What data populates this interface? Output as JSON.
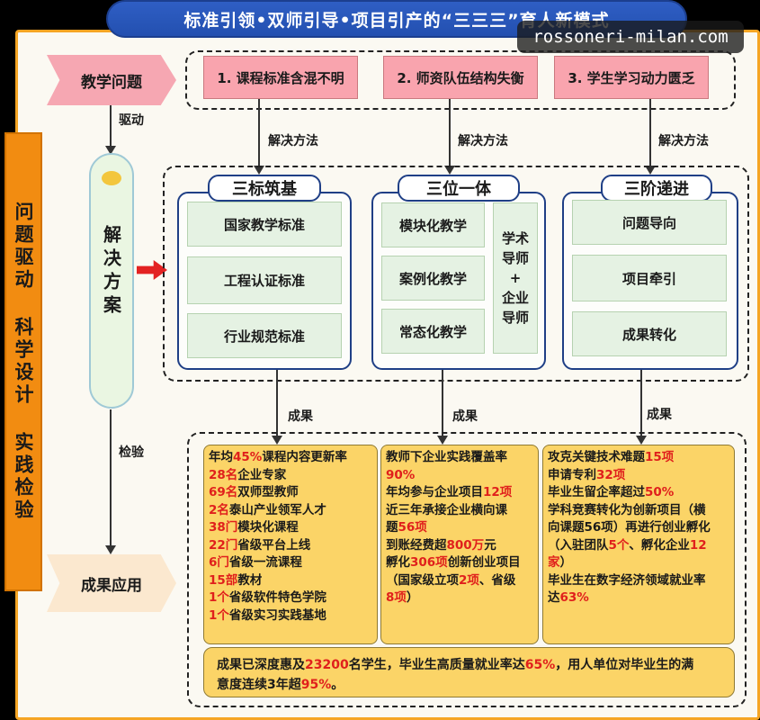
{
  "title": "标准引领•双师引导•项目引产的“三三三”育人新模式",
  "watermark": "rossoneri-milan.com",
  "left_bar": {
    "text": "问题驱动 科学设计 实践检验"
  },
  "flow": {
    "problem_label": "教学问题",
    "drive_label": "驱动",
    "solution_label": "解决方案",
    "check_label": "检验",
    "result_label": "成果应用"
  },
  "problems": [
    "1. 课程标准含混不明",
    "2. 师资队伍结构失衡",
    "3. 学生学习动力匮乏"
  ],
  "method_label": "解决方法",
  "results_label": "成果",
  "columns": [
    {
      "title": "三标筑基",
      "items": [
        "国家教学标准",
        "工程认证标准",
        "行业规范标准"
      ]
    },
    {
      "title": "三位一体",
      "items": [
        "模块化教学",
        "案例化教学",
        "常态化教学"
      ],
      "mentor": [
        "学术",
        "导师",
        "+",
        "企业",
        "导师"
      ]
    },
    {
      "title": "三阶递进",
      "items": [
        "问题导向",
        "项目牵引",
        "成果转化"
      ]
    }
  ],
  "outcomes": {
    "col1": [
      [
        {
          "t": "年均"
        },
        {
          "t": "45%",
          "r": true
        },
        {
          "t": "课程内容更新率"
        }
      ],
      [
        {
          "t": "28名",
          "r": true
        },
        {
          "t": "企业专家"
        }
      ],
      [
        {
          "t": "69名",
          "r": true
        },
        {
          "t": "双师型教师"
        }
      ],
      [
        {
          "t": "2名",
          "r": true
        },
        {
          "t": "泰山产业领军人才"
        }
      ],
      [
        {
          "t": "38门",
          "r": true
        },
        {
          "t": "模块化课程"
        }
      ],
      [
        {
          "t": "22门",
          "r": true
        },
        {
          "t": "省级平台上线"
        }
      ],
      [
        {
          "t": "6门",
          "r": true
        },
        {
          "t": "省级一流课程"
        }
      ],
      [
        {
          "t": "15部",
          "r": true
        },
        {
          "t": "教材"
        }
      ],
      [
        {
          "t": "1个",
          "r": true
        },
        {
          "t": "省级软件特色学院"
        }
      ],
      [
        {
          "t": "1个",
          "r": true
        },
        {
          "t": "省级实习实践基地"
        }
      ]
    ],
    "col2": [
      [
        {
          "t": "教师下企业实践覆盖率"
        }
      ],
      [
        {
          "t": "90%",
          "r": true
        }
      ],
      [
        {
          "t": "年均参与企业项目"
        },
        {
          "t": "12项",
          "r": true
        }
      ],
      [
        {
          "t": "近三年承接企业横向课"
        }
      ],
      [
        {
          "t": "题"
        },
        {
          "t": "56项",
          "r": true
        }
      ],
      [
        {
          "t": "到账经费超"
        },
        {
          "t": "800万",
          "r": true
        },
        {
          "t": "元"
        }
      ],
      [
        {
          "t": "孵化"
        },
        {
          "t": "306项",
          "r": true
        },
        {
          "t": "创新创业项目"
        }
      ],
      [
        {
          "t": "（国家级立项"
        },
        {
          "t": "2项",
          "r": true
        },
        {
          "t": "、省级"
        }
      ],
      [
        {
          "t": "8项",
          "r": true
        },
        {
          "t": "）"
        }
      ]
    ],
    "col3": [
      [
        {
          "t": "攻克关键技术难题"
        },
        {
          "t": "15项",
          "r": true
        }
      ],
      [
        {
          "t": "申请专利"
        },
        {
          "t": "32项",
          "r": true
        }
      ],
      [
        {
          "t": "毕业生留企率超过"
        },
        {
          "t": "50%",
          "r": true
        }
      ],
      [
        {
          "t": "学科竞赛转化为创新项目（横"
        }
      ],
      [
        {
          "t": "向课题56项）再进行创业孵化"
        }
      ],
      [
        {
          "t": "（入驻团队"
        },
        {
          "t": "5个",
          "r": true
        },
        {
          "t": "、孵化企业"
        },
        {
          "t": "12",
          "r": true
        }
      ],
      [
        {
          "t": "家",
          "r": true
        },
        {
          "t": "）"
        }
      ],
      [
        {
          "t": "毕业生在数字经济领域就业率"
        }
      ],
      [
        {
          "t": "达"
        },
        {
          "t": "63%",
          "r": true
        }
      ]
    ],
    "summary": [
      [
        {
          "t": "成果已深度惠及"
        },
        {
          "t": "23200",
          "r": true
        },
        {
          "t": "名学生，毕业生高质量就业率达"
        },
        {
          "t": "65%",
          "r": true
        },
        {
          "t": "，用人单位对毕业生的满"
        }
      ],
      [
        {
          "t": "意度连续3年超"
        },
        {
          "t": "95%",
          "r": true
        },
        {
          "t": "。"
        }
      ]
    ]
  },
  "colors": {
    "accent_blue": "#2350b0",
    "orange": "#f28c11",
    "pink": "#f9a4ae",
    "green": "#e5f2e3",
    "yellow": "#fbd467",
    "red_text": "#e0201c"
  }
}
